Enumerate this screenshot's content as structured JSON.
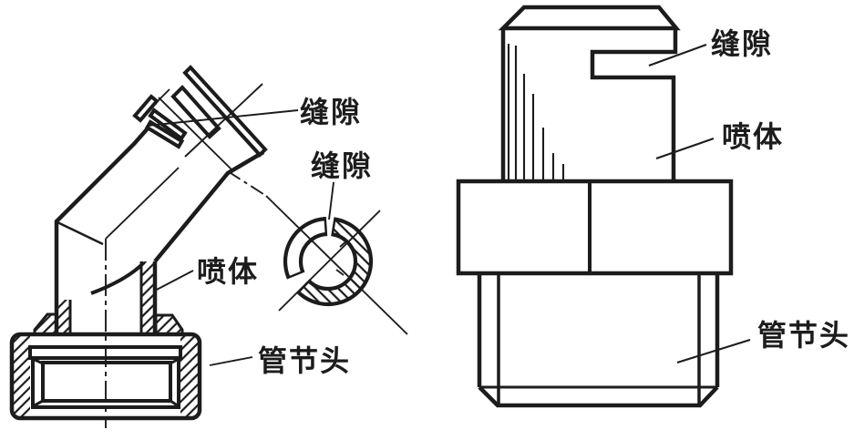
{
  "colors": {
    "background": "#ffffff",
    "line": "#1c1c1c"
  },
  "views": {
    "left": {
      "labels": {
        "slit_top": "缝隙",
        "slit_section": "缝隙",
        "body": "喷体",
        "fitting": "管节头"
      }
    },
    "right": {
      "labels": {
        "slit": "缝隙",
        "body": "喷体",
        "fitting": "管节头"
      }
    }
  }
}
